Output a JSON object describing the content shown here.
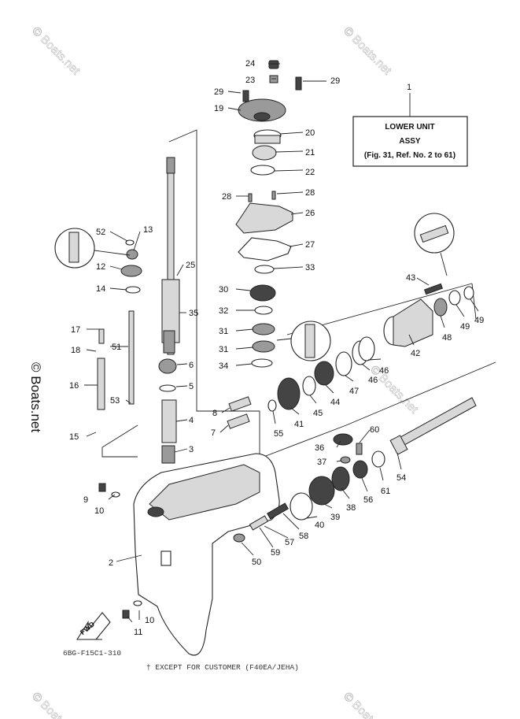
{
  "watermark": "© Boats.net",
  "side_watermark": "© Boats.net",
  "assy_box": {
    "line1": "LOWER UNIT",
    "line2": "ASSY",
    "line3": "(Fig. 31, Ref. No. 2 to 61)",
    "callout": "1"
  },
  "drawing_code": "6BG-F15C1-310",
  "footnote": "† EXCEPT FOR CUSTOMER (F40EA/JEHA)",
  "fwd_label": "FWD",
  "callouts": {
    "c2": "2",
    "c3": "3",
    "c4": "4",
    "c5": "5",
    "c6": "6",
    "c7": "7",
    "c8": "8",
    "c9": "9",
    "c10a": "10",
    "c10b": "10",
    "c11": "11",
    "c12": "12",
    "c13": "13",
    "c14": "14",
    "c15": "15",
    "c16": "16",
    "c17": "17",
    "c18": "18",
    "c19": "19",
    "c20": "20",
    "c21": "21",
    "c22": "22",
    "c23": "23",
    "c24": "24",
    "c25": "25",
    "c26": "26",
    "c27": "27",
    "c28a": "28",
    "c28b": "28",
    "c29a": "29",
    "c29b": "29",
    "c30": "30",
    "c31a": "31",
    "c31b": "31",
    "c32": "32",
    "c33": "33",
    "c34": "34",
    "c35": "35",
    "c36": "36",
    "c37": "37",
    "c38": "38",
    "c39": "39",
    "c40": "40",
    "c41": "41",
    "c42": "42",
    "c43": "43",
    "c44": "44",
    "c45": "45",
    "c46a": "46",
    "c46b": "46",
    "c47": "47",
    "c48": "48",
    "c49a": "49",
    "c49b": "49",
    "c50": "50",
    "c51": "51",
    "c52": "52",
    "c53": "53",
    "c54": "54",
    "c55": "55",
    "c56": "56",
    "c57": "57",
    "c58": "58",
    "c59": "59",
    "c60": "60",
    "c61": "61"
  }
}
